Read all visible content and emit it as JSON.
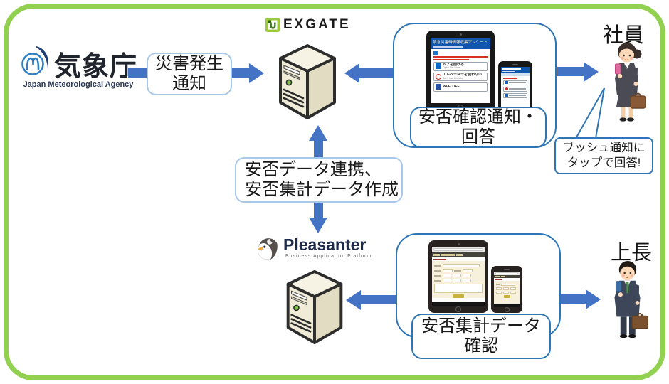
{
  "jma": {
    "title": "気象庁",
    "subtitle": "Japan Meteorological Agency"
  },
  "exgate": {
    "brand": "EXGATE"
  },
  "pleasanter": {
    "brand": "Pleasanter",
    "tagline": "Business Application Platform"
  },
  "actors": {
    "employee": "社員",
    "manager": "上長"
  },
  "flow_labels": {
    "disaster": [
      "災害発生",
      "通知"
    ],
    "notify_answer": [
      "安否確認通知・",
      "回答"
    ],
    "data_link": [
      "安否データ連携、",
      "安否集計データ作成"
    ],
    "summary_check": [
      "安否集計データ",
      "確認"
    ],
    "push_callout": [
      "プッシュ通知に",
      "タップで回答!"
    ]
  },
  "survey_app": {
    "title": "緊急災害時情報収集アンケート",
    "buttons": [
      {
        "label": "ドアを開ける",
        "sub": "Open The Door"
      },
      {
        "label": "エレベーターを使わない",
        "sub": "Don't Use Elevator"
      },
      {
        "label": "Wi-Fi OFF",
        "sub": ""
      }
    ]
  },
  "colors": {
    "arrow": "#4472C4",
    "panel_border": "#2E75B6",
    "light_border": "#A9C7E8",
    "frame": "#92D050",
    "exgate_green": "#8CC63F",
    "pleasanter_navy": "#1C2B4A",
    "jma_blue": "#2E7FC2"
  }
}
